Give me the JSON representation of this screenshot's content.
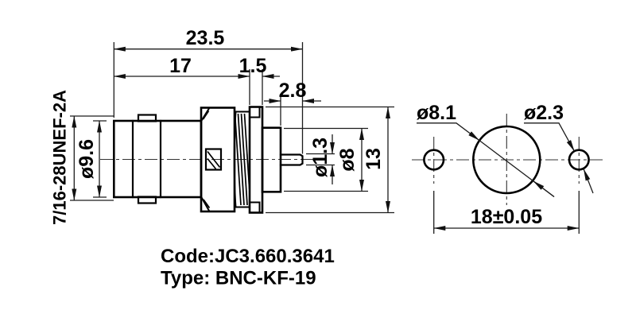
{
  "meta": {
    "background": "#ffffff",
    "line_color": "#000000"
  },
  "side_view": {
    "thread_label": "7/16-28UNEF-2A",
    "dim_overall_length": "23.5",
    "dim_body_length": "17",
    "dim_flange_thickness": "1.5",
    "dim_pin_protrusion": "2.8",
    "dim_front_diameter": "ø9.6",
    "dim_pin_diameter": "ø1.3",
    "dim_rear_diameter": "ø8",
    "dim_flange_height": "13"
  },
  "front_view": {
    "dim_large_hole": "ø8.1",
    "dim_small_hole": "ø2.3",
    "dim_hole_spacing": "18±0.05"
  },
  "footer": {
    "code_line": "Code:JC3.660.3641",
    "type_line": "Type: BNC-KF-19"
  }
}
